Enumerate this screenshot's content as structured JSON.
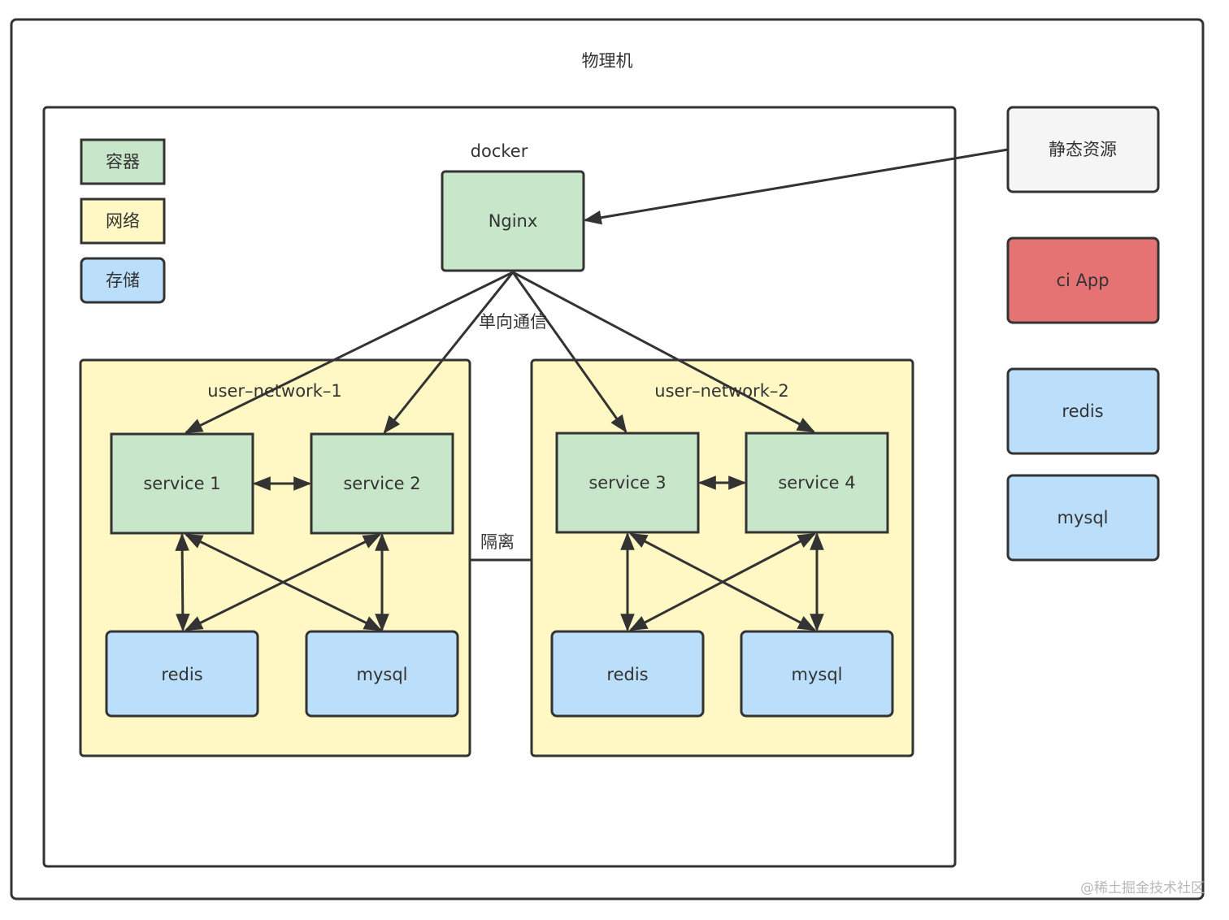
{
  "colors": {
    "container": "#c8e6c9",
    "network": "#fff8c4",
    "storage": "#bbdefb",
    "static": "#f5f5f5",
    "app": "#e57373",
    "stroke": "#333333"
  },
  "physical_label": "物理机",
  "docker_label": "docker",
  "legend": {
    "container": "容器",
    "network": "网络",
    "storage": "存储"
  },
  "nginx_label": "Nginx",
  "oneway_label": "单向通信",
  "isolation_label": "隔离",
  "networks": [
    {
      "label": "user–network–1",
      "services": [
        "service 1",
        "service 2"
      ],
      "stores": [
        "redis",
        "mysql"
      ]
    },
    {
      "label": "user–network–2",
      "services": [
        "service 3",
        "service 4"
      ],
      "stores": [
        "redis",
        "mysql"
      ]
    }
  ],
  "right_panel": {
    "static_label": "静态资源",
    "app_label": "ci App",
    "redis_label": "redis",
    "mysql_label": "mysql"
  },
  "watermark": "@稀土掘金技术社区"
}
